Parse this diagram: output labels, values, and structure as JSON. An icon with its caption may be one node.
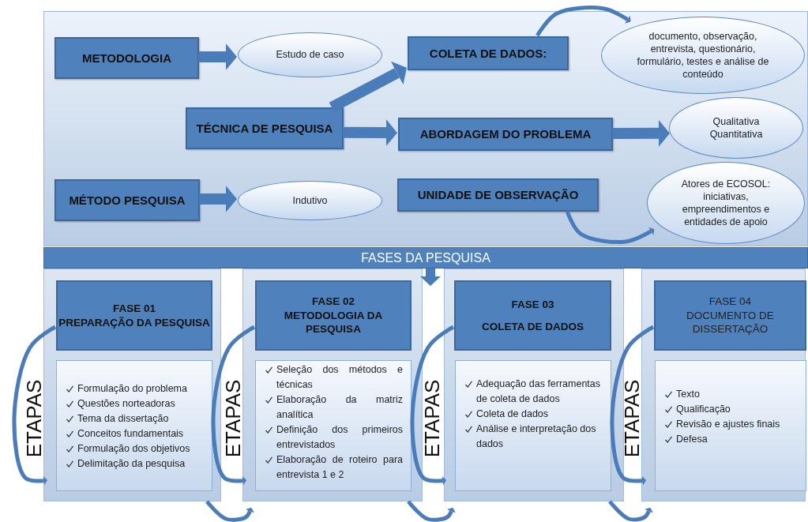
{
  "diagram": {
    "nodes": [
      {
        "text": [],
        "shape": "box"
      },
      {
        "text": [
          "METODOLOGIA"
        ],
        "in": 0
      },
      {
        "text": [
          "Estudo de caso"
        ],
        "in": 0
      },
      {
        "text": [
          "COLETA DE DADOS:"
        ],
        "in": 0
      },
      {
        "text": [
          "documento, observação, entrevista, questionário, formulário, testes e análise de conteúdo"
        ],
        "in": 0
      },
      {
        "text": [
          "TÉCNICA DE PESQUISA"
        ],
        "in": 0
      },
      {
        "text": [
          "ABORDAGEM DO PROBLEMA"
        ],
        "in": 0
      },
      {
        "text": [
          "Qualitativa",
          "Quantitativa"
        ],
        "in": 0
      },
      {
        "text": [
          "MÉTODO PESQUISA"
        ],
        "in": 0
      },
      {
        "text": [
          "Indutivo"
        ],
        "in": 0
      },
      {
        "text": [
          "UNIDADE DE OBSERVAÇÃO"
        ],
        "in": 0
      },
      {
        "text": [
          "Atores de ECOSOL: iniciativas, empreendimentos e entidades de apoio"
        ],
        "in": 0
      },
      {
        "text": [
          "FASES DA PESQUISA"
        ]
      },
      {
        "text": [],
        "shape": "box"
      },
      {
        "text": [
          "FASE 01",
          "PREPARAÇÃO DA PESQUISA"
        ],
        "in": 13
      },
      {
        "text": [
          "Formulação do problema",
          "Questões norteadoras",
          "Tema da dissertação",
          "Conceitos fundamentais",
          "Formulação dos objetivos",
          "Delimitação da pesquisa"
        ],
        "in": 13
      },
      {
        "text": [],
        "shape": "box"
      },
      {
        "text": [
          "FASE 02",
          "METODOLOGIA DA PESQUISA"
        ],
        "in": 16
      },
      {
        "text": [
          "Seleção dos métodos e técnicas",
          "Elaboração da matriz analítica",
          "Definição dos primeiros entrevistados",
          "Elaboração de roteiro para entrevista 1 e 2"
        ],
        "in": 16
      },
      {
        "text": [],
        "shape": "box"
      },
      {
        "text": [
          "FASE 03",
          "COLETA DE DADOS"
        ],
        "in": 19
      },
      {
        "text": [
          "Adequação das ferramentas de coleta de dados",
          "Coleta de dados",
          "Análise e interpretação dos dados"
        ],
        "in": 19
      },
      {
        "text": [],
        "shape": "box"
      },
      {
        "text": [
          "FASE 04",
          "DOCUMENTO DE DISSERTAÇÃO"
        ],
        "in": 22
      },
      {
        "text": [
          "Texto",
          "Qualificação",
          "Revisão e ajustes finais",
          "Defesa"
        ],
        "in": 22
      }
    ],
    "edges": [
      {
        "from": 1,
        "to": 2,
        "arrow": "to",
        "style": "thick"
      },
      {
        "from": 5,
        "to": 3,
        "arrow": "to",
        "style": "thick"
      },
      {
        "from": 5,
        "to": 6,
        "arrow": "to",
        "style": "thick"
      },
      {
        "from": 8,
        "to": 9,
        "arrow": "to",
        "style": "thick"
      },
      {
        "from": 6,
        "to": 7,
        "arrow": "to",
        "style": "thick"
      },
      {
        "from": 3,
        "to": 4,
        "arrow": "to"
      },
      {
        "from": 10,
        "to": 11,
        "arrow": "to"
      },
      {
        "from": 14,
        "to": 15,
        "arrow": "to",
        "label": "ETAPAS"
      },
      {
        "from": 17,
        "to": 18,
        "arrow": "to",
        "label": "ETAPAS"
      },
      {
        "from": 20,
        "to": 21,
        "arrow": "to",
        "label": "ETAPAS"
      },
      {
        "from": 23,
        "to": 24,
        "arrow": "to",
        "label": "ETAPAS"
      },
      {
        "from": 13,
        "to": 16,
        "arrow": "to"
      },
      {
        "from": 16,
        "to": 19,
        "arrow": "to"
      },
      {
        "from": 19,
        "to": 22,
        "arrow": "to"
      }
    ]
  }
}
